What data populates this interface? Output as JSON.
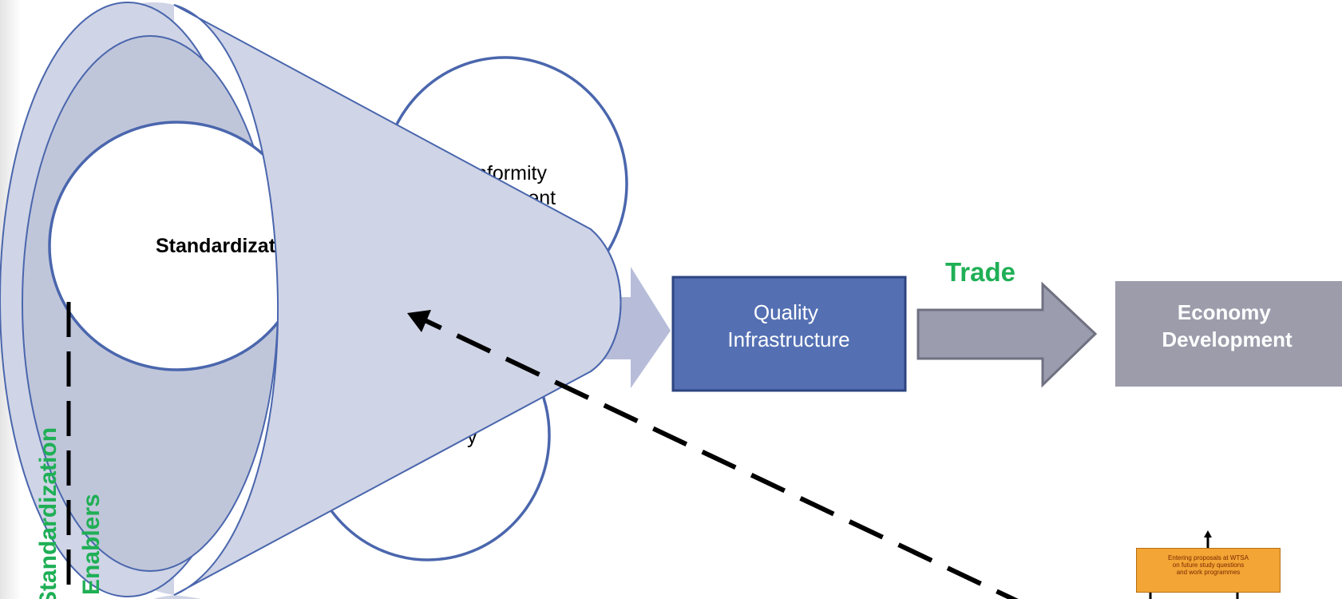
{
  "labels": {
    "conformity_line1": "Conformity",
    "conformity_line2": "Assessment",
    "standardization": "Standardization",
    "metrology_partial": "y",
    "quality_line1": "Quality",
    "quality_line2": "Infrastructure",
    "trade": "Trade",
    "economy_line1": "Economy",
    "economy_line2": "Development",
    "enablers_line1": "Standardization",
    "enablers_line2": "Enablers"
  },
  "thumbnail": {
    "line1": "Entering proposals at WTSA",
    "line2": "on future study questions",
    "line3": "and work programmes"
  },
  "colors": {
    "megaphone_fill": "#cfd4e6",
    "megaphone_inner": "#c0c6da",
    "outline_blue": "#4a66ad",
    "quality_box": "#5470b3",
    "quality_border": "#2d4480",
    "economy_box": "#9c9cab",
    "trade_arrow": "#9b9dae",
    "trade_text": "#1faf55",
    "enablers_text": "#1faf55",
    "in_arrow": "#b7bdd9",
    "dashed": "#000000"
  }
}
